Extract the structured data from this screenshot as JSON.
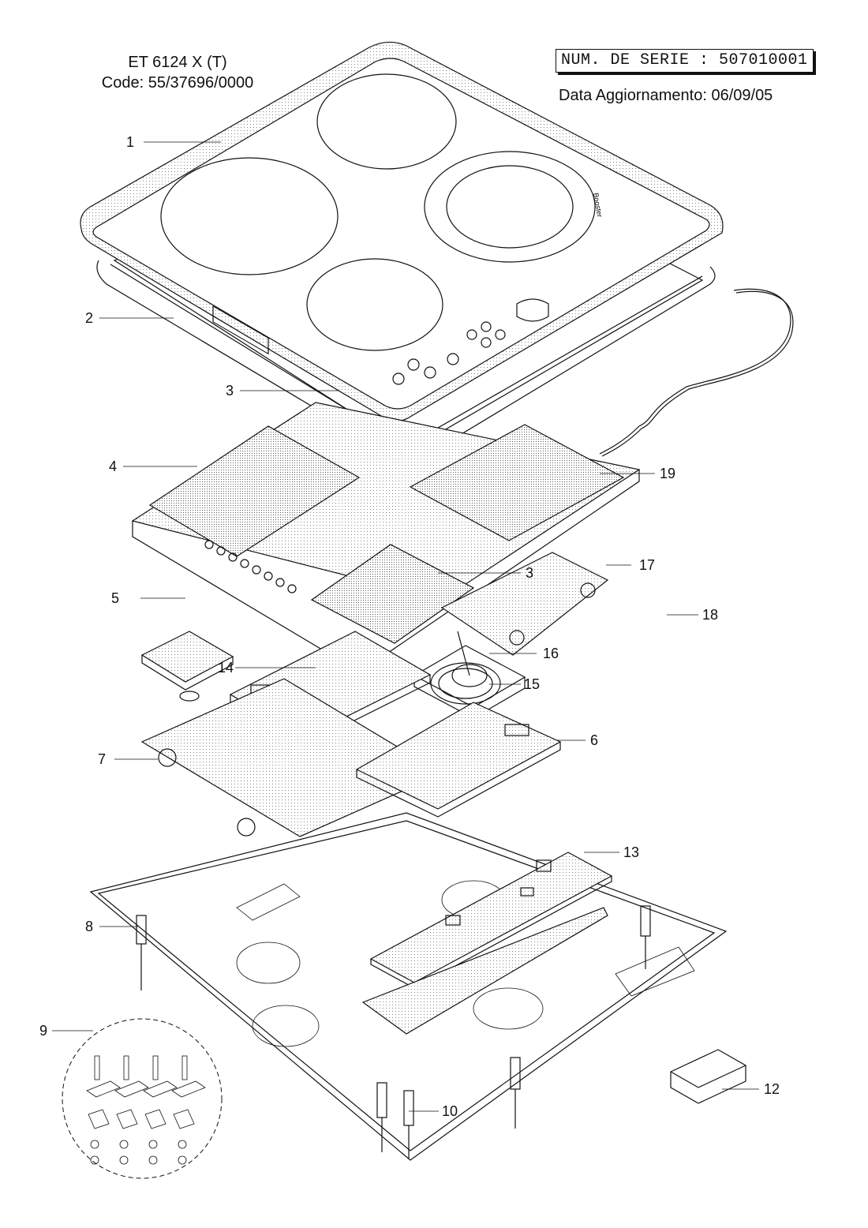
{
  "header": {
    "model": "ET 6124 X (T)",
    "code": "Code: 55/37696/0000",
    "serial": "NUM. DE SERIE : 507010001",
    "update": "Data Aggiornamento: 06/09/05"
  },
  "hob_labels": {
    "booster": "Booster"
  },
  "callouts": [
    "1",
    "2",
    "3",
    "4",
    "5",
    "19",
    "17",
    "3",
    "14",
    "16",
    "15",
    "6",
    "7",
    "18",
    "13",
    "8",
    "12",
    "9",
    "10"
  ]
}
